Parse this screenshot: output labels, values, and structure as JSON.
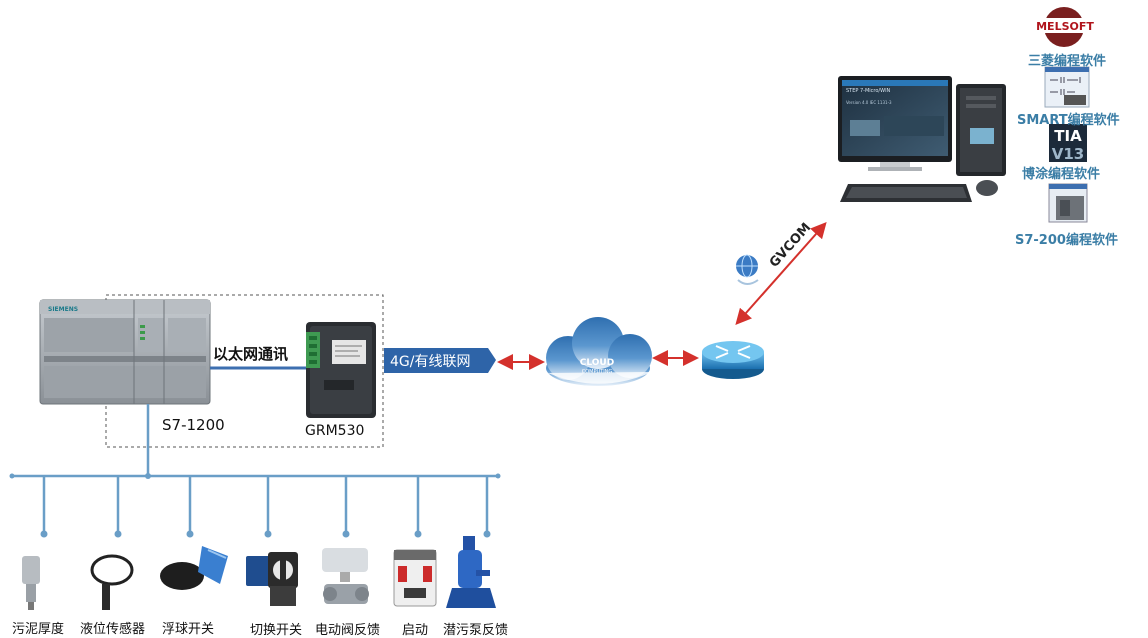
{
  "software": {
    "melsoft_logo": "MELSOFT",
    "mitsubishi": "三菱编程软件",
    "smart": "SMART编程软件",
    "tia_logo_top": "TIA",
    "tia_logo_bottom": "V13",
    "tia": "博涂编程软件",
    "s7200": "S7-200编程软件"
  },
  "pc": {
    "screen_title": "STEP 7-Micro/WIN",
    "screen_sub": "Version 4.0   IEC 1131-3"
  },
  "links": {
    "gvcom": "GVCOM",
    "ethernet": "以太网通讯",
    "network": "4G/有线联网"
  },
  "cloud": {
    "line1": "CLOUD",
    "line2": "COMPUTING"
  },
  "devices": {
    "plc": "S7-1200",
    "plc_brand": "SIEMENS",
    "gateway": "GRM530"
  },
  "sensors": [
    {
      "label": "污泥厚度"
    },
    {
      "label": "液位传感器"
    },
    {
      "label": "浮球开关"
    },
    {
      "label": "切换开关"
    },
    {
      "label": "电动阀反馈"
    },
    {
      "label": "启动"
    },
    {
      "label": "潜污泵反馈"
    }
  ],
  "colors": {
    "arrow": "#d4312c",
    "bus": "#6a9ec7",
    "network_box": "#2e64a8",
    "router": "#2787c6",
    "software_label": "#3b7ea6"
  }
}
